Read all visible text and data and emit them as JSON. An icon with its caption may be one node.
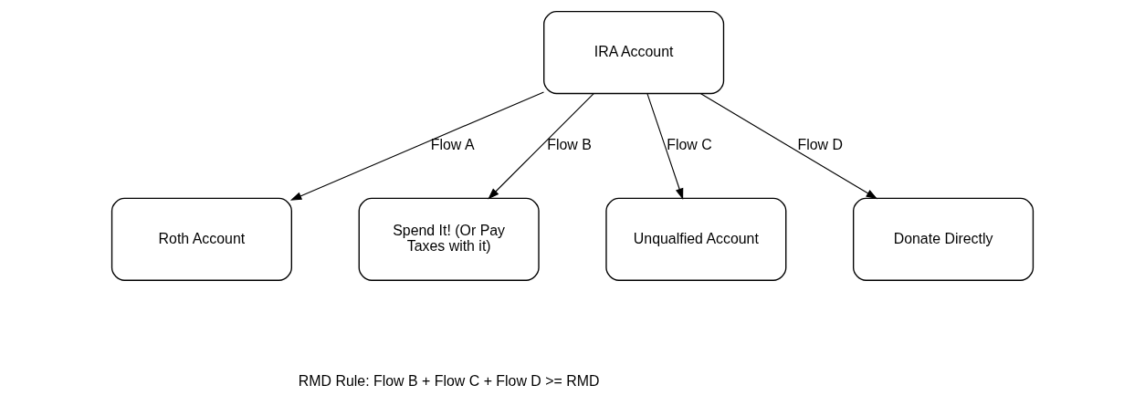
{
  "diagram": {
    "nodes": [
      {
        "text": [
          "IRA Account"
        ]
      },
      {
        "text": [
          "Roth Account"
        ]
      },
      {
        "text": [
          "Spend It! (Or Pay Taxes with it)"
        ]
      },
      {
        "text": [
          "Unqualfied Account"
        ]
      },
      {
        "text": [
          "Donate Directly"
        ]
      }
    ],
    "edges": [
      {
        "from": 0,
        "to": 1,
        "arrow": "to",
        "label": "Flow A"
      },
      {
        "from": 0,
        "to": 2,
        "arrow": "to",
        "label": "Flow B"
      },
      {
        "from": 0,
        "to": 3,
        "arrow": "to",
        "label": "Flow C"
      },
      {
        "from": 0,
        "to": 4,
        "arrow": "to",
        "label": "Flow D"
      }
    ],
    "labels": [
      "RMD Rule: Flow B + Flow C + Flow D >= RMD"
    ]
  }
}
